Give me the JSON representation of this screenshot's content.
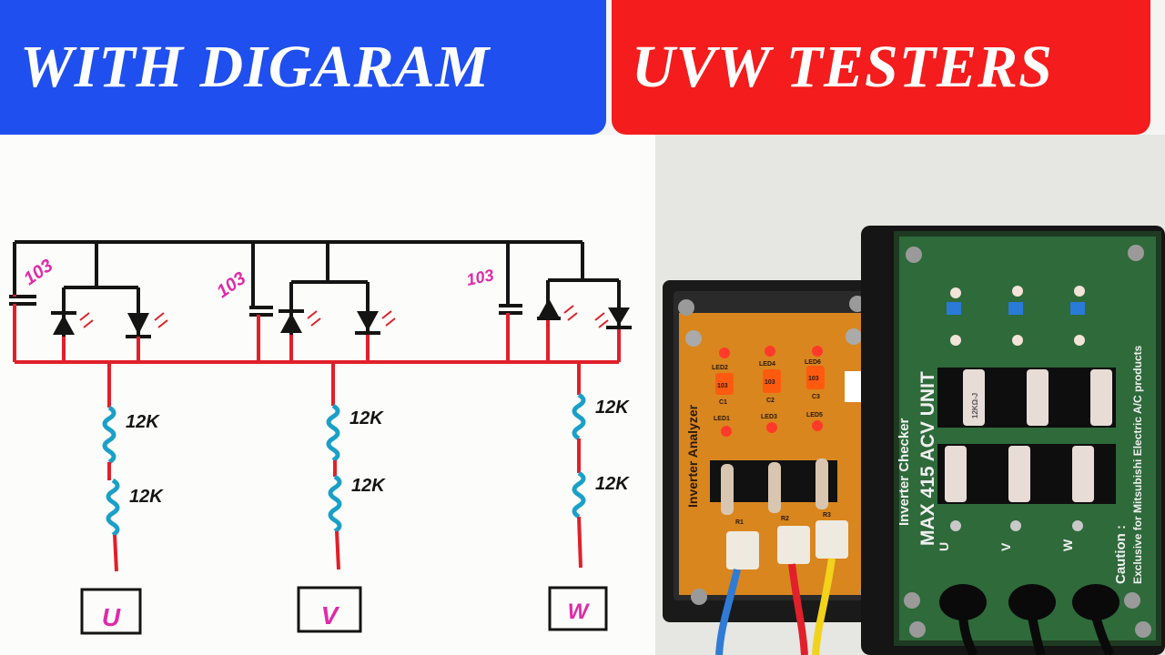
{
  "banners": {
    "left_text": "WITH DIGARAM",
    "right_text": "UVW TESTERS",
    "left_color": "#1f4fef",
    "right_color": "#f41c1c"
  },
  "diagram": {
    "capacitor_labels": [
      "103",
      "103",
      "103"
    ],
    "resistor_labels": [
      "12K",
      "12K",
      "12K",
      "12K",
      "12K",
      "12K"
    ],
    "terminals": [
      "U",
      "V",
      "W"
    ],
    "wire_colors": {
      "black": "#141414",
      "red": "#e0202a",
      "resistor": "#1aa0c8",
      "label": "#e02aa8"
    }
  },
  "device_small": {
    "title": "Inverter Analyzer",
    "leds_top": [
      "LED2",
      "LED4",
      "LED6"
    ],
    "leds_bottom": [
      "LED1",
      "LED3",
      "LED5"
    ],
    "caps": [
      "C1",
      "C2",
      "C3"
    ],
    "resistors": [
      "R1",
      "R2",
      "R3"
    ],
    "cap_marks": [
      "103",
      "103",
      "103"
    ]
  },
  "device_large": {
    "line1": "Inverter Checker",
    "line2": "MAX 415 ACV UNIT",
    "caution_title": "Caution :",
    "caution_text": "Exclusive for Mitsubishi Electric A/C products",
    "resistor_value": "12KΩ-J",
    "terminals": [
      "U",
      "V",
      "W"
    ]
  }
}
